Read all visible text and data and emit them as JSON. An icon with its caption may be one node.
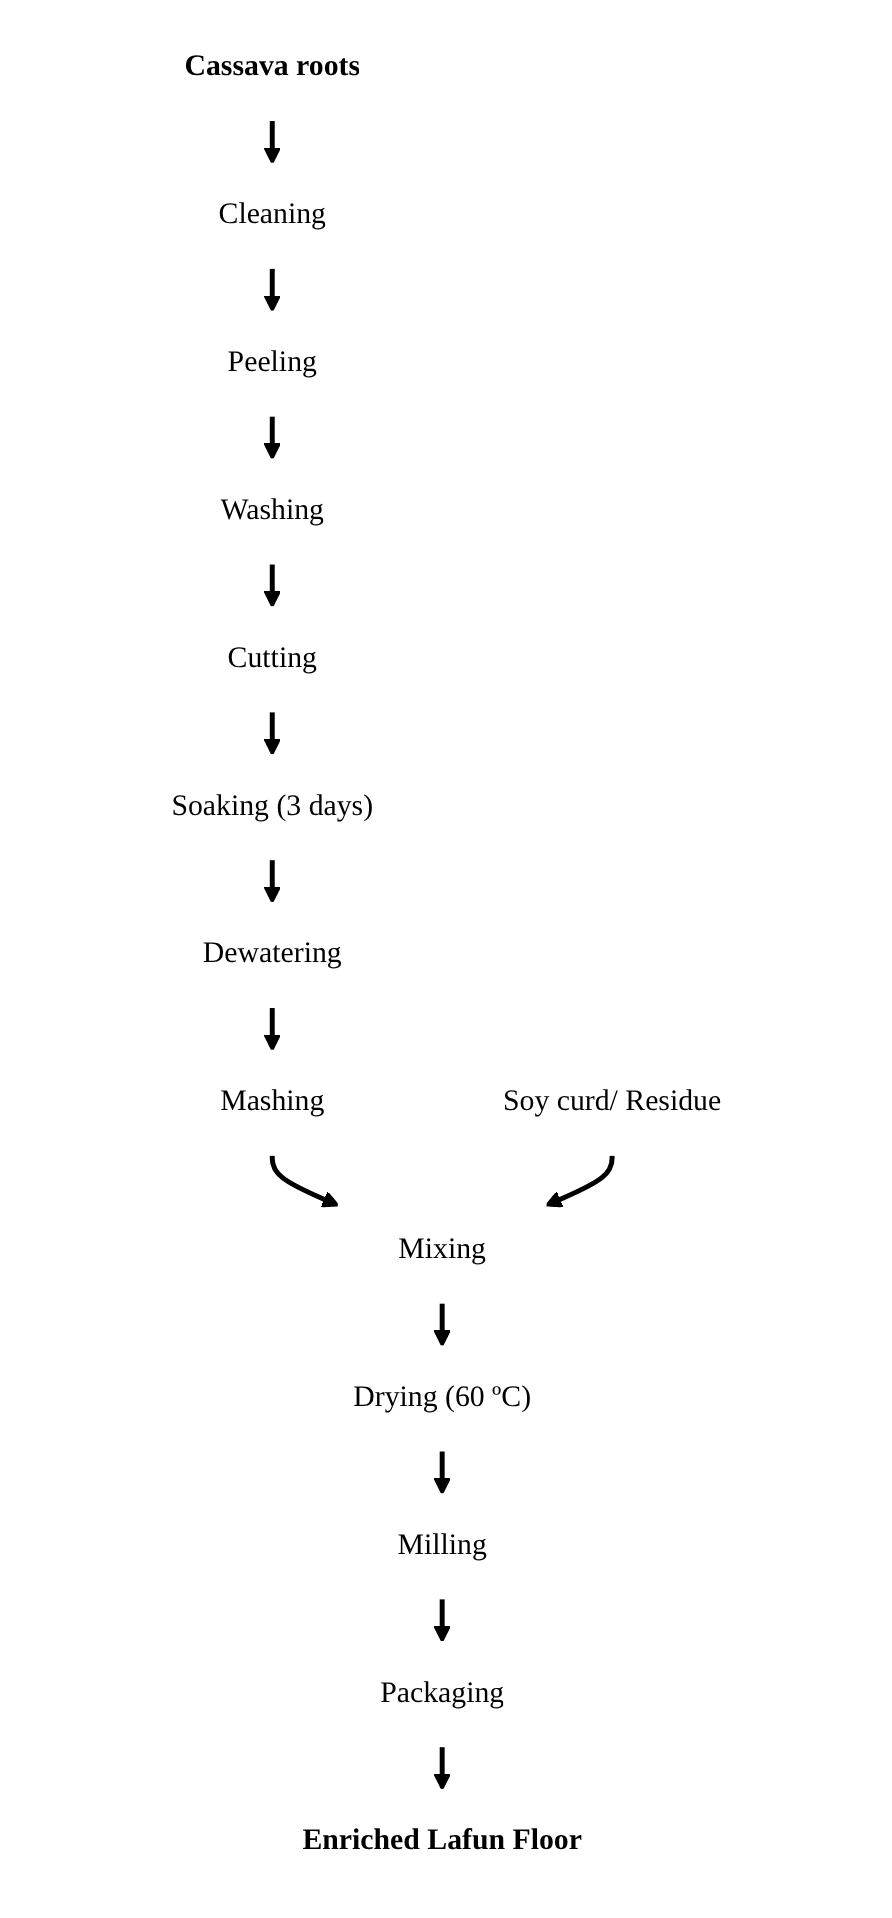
{
  "diagram": {
    "nodes": [
      {
        "text": [
          "Cassava roots"
        ]
      },
      {
        "text": [
          "Cleaning"
        ]
      },
      {
        "text": [
          "Peeling"
        ]
      },
      {
        "text": [
          "Washing"
        ]
      },
      {
        "text": [
          "Cutting"
        ]
      },
      {
        "text": [
          "Soaking (3 days)"
        ]
      },
      {
        "text": [
          "Dewatering"
        ]
      },
      {
        "text": [
          "Mashing"
        ]
      },
      {
        "text": [
          "Mixing"
        ]
      },
      {
        "text": [
          "Soy curd/ Residue"
        ]
      },
      {
        "text": [
          "Drying (60 ºC)"
        ]
      },
      {
        "text": [
          "Milling"
        ]
      },
      {
        "text": [
          "Packaging"
        ]
      },
      {
        "text": [
          "Enriched Lafun Floor"
        ]
      }
    ],
    "edges": [
      {
        "from": 0,
        "to": 1,
        "arrow": "to"
      },
      {
        "from": 1,
        "to": 2,
        "arrow": "to"
      },
      {
        "from": 2,
        "to": 3,
        "arrow": "to"
      },
      {
        "from": 3,
        "to": 4,
        "arrow": "to"
      },
      {
        "from": 4,
        "to": 5,
        "arrow": "to"
      },
      {
        "from": 5,
        "to": 6,
        "arrow": "to"
      },
      {
        "from": 6,
        "to": 7,
        "arrow": "to"
      },
      {
        "from": 7,
        "to": 8,
        "arrow": "to"
      },
      {
        "from": 9,
        "to": 8,
        "arrow": "to"
      },
      {
        "from": 8,
        "to": 10,
        "arrow": "to"
      },
      {
        "from": 10,
        "to": 11,
        "arrow": "to"
      },
      {
        "from": 11,
        "to": 12,
        "arrow": "to"
      },
      {
        "from": 12,
        "to": 13,
        "arrow": "to"
      }
    ]
  }
}
